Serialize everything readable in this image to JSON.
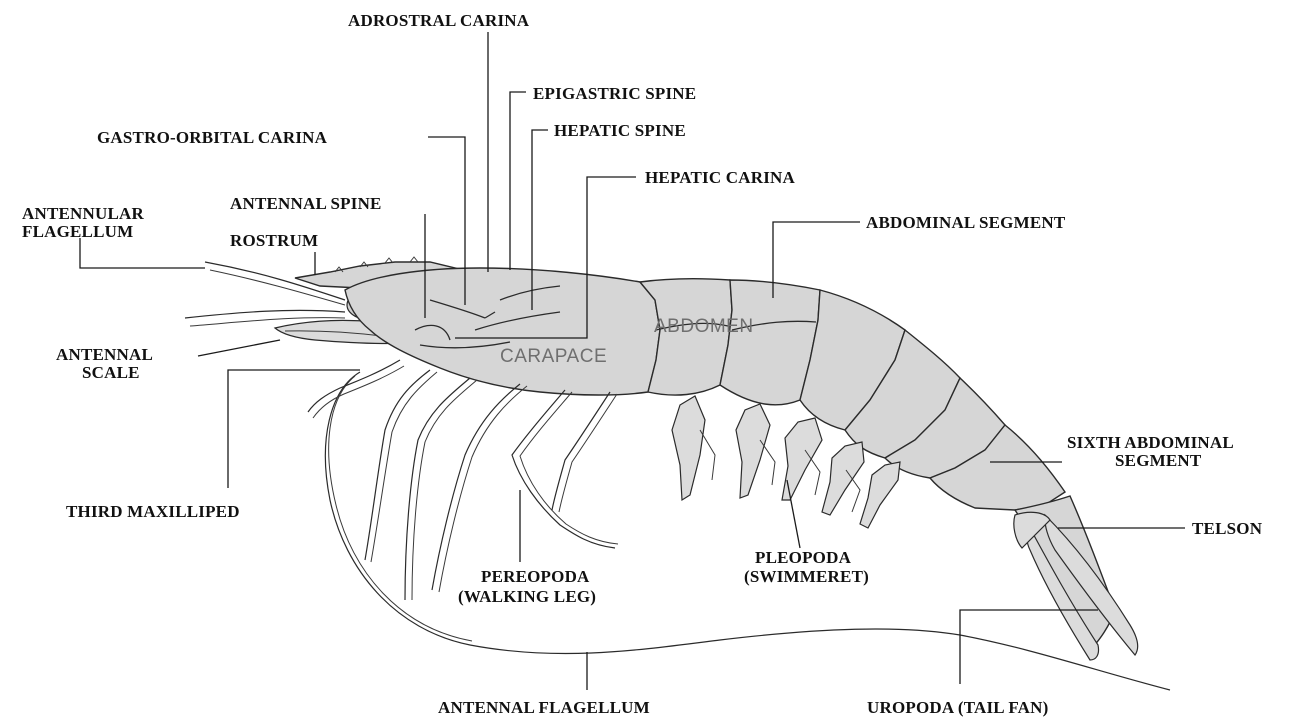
{
  "labels": {
    "adrostral_carina": "ADROSTRAL CARINA",
    "epigastric_spine": "EPIGASTRIC SPINE",
    "gastro_orbital_carina": "GASTRO-ORBITAL CARINA",
    "hepatic_spine": "HEPATIC SPINE",
    "hepatic_carina": "HEPATIC CARINA",
    "antennular_flagellum_1": "ANTENNULAR",
    "antennular_flagellum_2": "FLAGELLUM",
    "antennal_spine": "ANTENNAL SPINE",
    "rostrum": "ROSTRUM",
    "abdominal_segment": "ABDOMINAL SEGMENT",
    "antennal_scale_1": "ANTENNAL",
    "antennal_scale_2": "SCALE",
    "third_maxilliped": "THIRD MAXILLIPED",
    "sixth_abdominal_segment_1": "SIXTH ABDOMINAL",
    "sixth_abdominal_segment_2": "SEGMENT",
    "telson": "TELSON",
    "pereopoda_1": "PEREOPODA",
    "pereopoda_2": "(WALKING LEG)",
    "pleopoda_1": "PLEOPODA",
    "pleopoda_2": "(SWIMMERET)",
    "antennal_flagellum": "ANTENNAL FLAGELLUM",
    "uropoda": "UROPODA (TAIL FAN)"
  },
  "regions": {
    "carapace": "CARAPACE",
    "abdomen": "ABDOMEN"
  }
}
